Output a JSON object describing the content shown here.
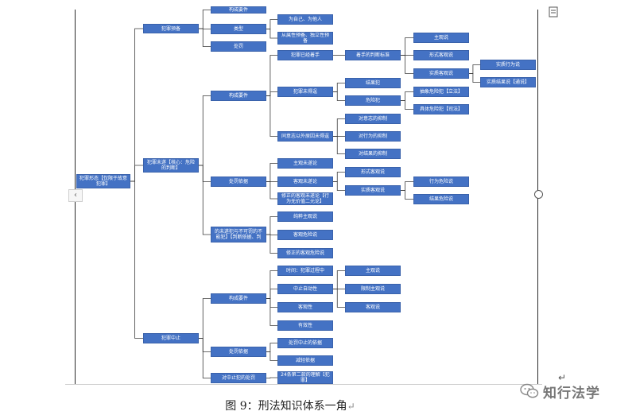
{
  "caption": {
    "text": "图 9：刑法知识体系一角",
    "return_mark": "↵"
  },
  "watermark": {
    "text": "知行法学",
    "icon": "wechat-icon"
  },
  "icons": {
    "scroll_left": "‹",
    "doc": "doc-icon"
  },
  "colors": {
    "node": "#4472c4",
    "node_text": "#ffffff",
    "line": "#333333"
  },
  "nodes": [
    {
      "id": "n_root",
      "label": "犯罪形态【仅限于故意犯罪】"
    },
    {
      "id": "n_zb",
      "label": "犯罪预备"
    },
    {
      "id": "n_zb_top",
      "label": "构成要件"
    },
    {
      "id": "n_zb_lx",
      "label": "类型"
    },
    {
      "id": "n_zb_lx1",
      "label": "为自己、为他人"
    },
    {
      "id": "n_zb_lx2",
      "label": "从属性预备、独立性预备"
    },
    {
      "id": "n_zb_cf",
      "label": "处罚"
    },
    {
      "id": "n_ws",
      "label": "犯罪未遂【核心：危险的判断】"
    },
    {
      "id": "n_ws_gc",
      "label": "构成要件"
    },
    {
      "id": "n_ws_sx",
      "label": "犯罪已经着手"
    },
    {
      "id": "n_ws_zs",
      "label": "着手的判断标准"
    },
    {
      "id": "n_zs1",
      "label": "主观说"
    },
    {
      "id": "n_zs2",
      "label": "形式客观说"
    },
    {
      "id": "n_zs3",
      "label": "实质客观说"
    },
    {
      "id": "n_zs3a",
      "label": "实质行为说"
    },
    {
      "id": "n_zs3b",
      "label": "实质结果说【通说】"
    },
    {
      "id": "n_ws_wd",
      "label": "犯罪未得逞"
    },
    {
      "id": "n_wd1",
      "label": "结果犯"
    },
    {
      "id": "n_wd2",
      "label": "危险犯"
    },
    {
      "id": "n_wd2a",
      "label": "抽象危险犯【立法】"
    },
    {
      "id": "n_wd2b",
      "label": "具体危险犯【司法】"
    },
    {
      "id": "n_ws_yz",
      "label": "同意志以外原因未得逞"
    },
    {
      "id": "n_yz1",
      "label": "对意志的抑制"
    },
    {
      "id": "n_yz2",
      "label": "对行为的抑制"
    },
    {
      "id": "n_yz3",
      "label": "对结果的抑制"
    },
    {
      "id": "n_ws_cf",
      "label": "处罚依据"
    },
    {
      "id": "n_cf1",
      "label": "主观未遂论"
    },
    {
      "id": "n_cf2",
      "label": "客观未遂论"
    },
    {
      "id": "n_cf2a",
      "label": "形式客观说"
    },
    {
      "id": "n_cf2b",
      "label": "实质客观说"
    },
    {
      "id": "n_cf2b1",
      "label": "行为危险说"
    },
    {
      "id": "n_cf2b2",
      "label": "结果危险说"
    },
    {
      "id": "n_cf3",
      "label": "修正的客观未遂论【行为无价值二元论】"
    },
    {
      "id": "n_ws_bn",
      "label": "的未遂犯与不可罚的不能犯】【判断依据、判"
    },
    {
      "id": "n_bn1",
      "label": "纯粹主观说"
    },
    {
      "id": "n_bn2",
      "label": "客观危险说"
    },
    {
      "id": "n_bn3",
      "label": "修正的客观危险说"
    },
    {
      "id": "n_zz",
      "label": "犯罪中止"
    },
    {
      "id": "n_zz_gc",
      "label": "构成要件"
    },
    {
      "id": "n_zz_sj",
      "label": "时间：犯罪过程中"
    },
    {
      "id": "n_zz_zd",
      "label": "中止自动性"
    },
    {
      "id": "n_zd1",
      "label": "主观说"
    },
    {
      "id": "n_zd2",
      "label": "限制主观说"
    },
    {
      "id": "n_zd3",
      "label": "客观说"
    },
    {
      "id": "n_zz_kg",
      "label": "客观性"
    },
    {
      "id": "n_zz_yx",
      "label": "有效性"
    },
    {
      "id": "n_zz_cf",
      "label": "处罚依据"
    },
    {
      "id": "n_zzcf1",
      "label": "处罚中止的依据"
    },
    {
      "id": "n_zzcf2",
      "label": "减轻依据"
    },
    {
      "id": "n_zz_dz",
      "label": "对中止犯的处罚"
    },
    {
      "id": "n_zz_24",
      "label": "24条第二款的理解【犯罪】"
    }
  ]
}
